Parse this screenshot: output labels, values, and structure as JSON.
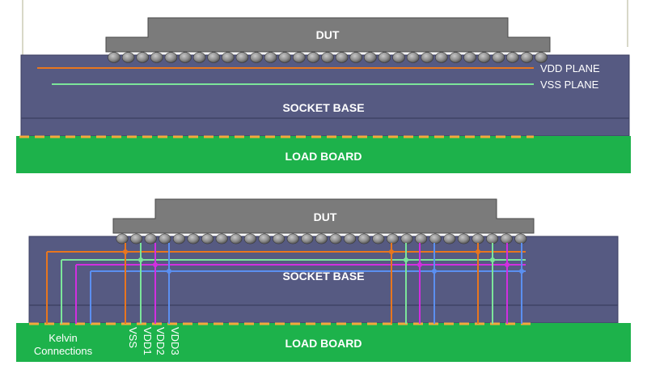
{
  "diagram_top": {
    "dut_label": "DUT",
    "socket_label": "SOCKET BASE",
    "loadboard_label": "LOAD BOARD",
    "vdd_plane_label": "VDD PLANE",
    "vss_plane_label": "VSS PLANE"
  },
  "diagram_bottom": {
    "dut_label": "DUT",
    "socket_label": "SOCKET BASE",
    "loadboard_label": "LOAD BOARD",
    "kelvin_line1": "Kelvin",
    "kelvin_line2": "Connections",
    "rail_labels": [
      "VSS",
      "VDD1",
      "VDD2",
      "VDD3"
    ]
  },
  "colors": {
    "background": "#ffffff",
    "socket": "#565a82",
    "socket_edge": "#3b3e60",
    "dut": "#7b7b7b",
    "dut_edge": "#4a4a4a",
    "load_board": "#1db24b",
    "vdd_orange": "#e8761e",
    "vss_green": "#7ce59a",
    "vdd2_magenta": "#d22ee0",
    "vdd3_blue": "#5b8ff0",
    "pad_dashes": "#f2a93b"
  }
}
